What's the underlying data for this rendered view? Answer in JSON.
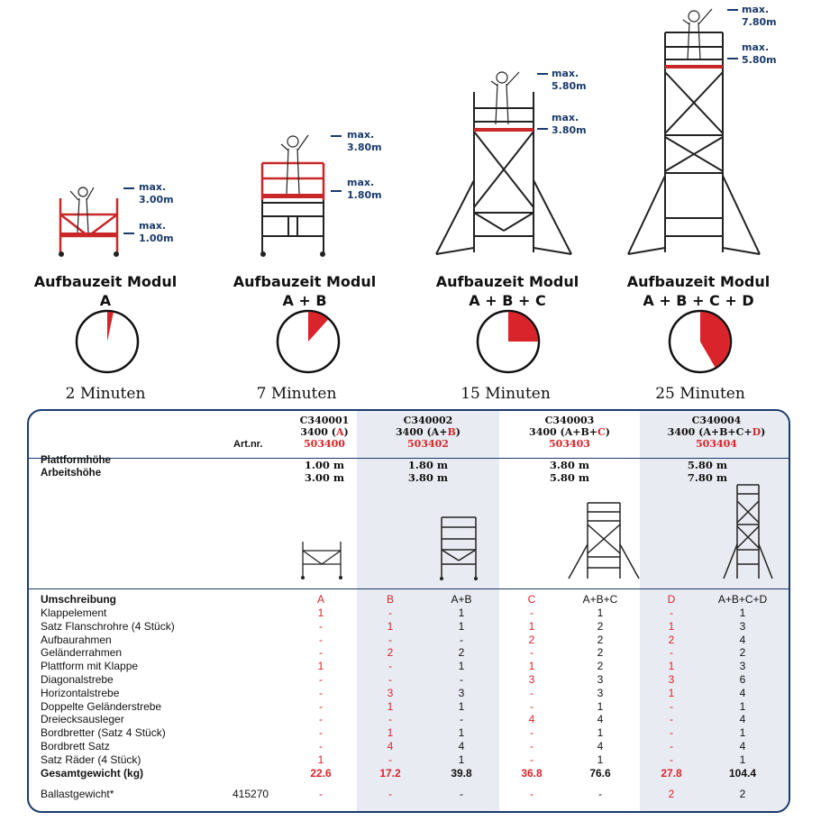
{
  "colors": {
    "accent_red": "#d8242a",
    "navy": "#1a3a6b",
    "shade": "#e9ebf2"
  },
  "modules": [
    {
      "title": "Aufbauzeit Modul",
      "combo": "A",
      "minutes_label": "2 Minuten",
      "time_fraction": 0.0333,
      "heights": [
        "max.\n3.00m",
        "max.\n1.00m"
      ]
    },
    {
      "title": "Aufbauzeit Modul",
      "combo": "A + B",
      "minutes_label": "7 Minuten",
      "time_fraction": 0.1167,
      "heights": [
        "max.\n3.80m",
        "max.\n1.80m"
      ]
    },
    {
      "title": "Aufbauzeit Modul",
      "combo": "A + B + C",
      "minutes_label": "15 Minuten",
      "time_fraction": 0.25,
      "heights": [
        "max.\n5.80m",
        "max.\n3.80m"
      ]
    },
    {
      "title": "Aufbauzeit Modul",
      "combo": "A + B + C + D",
      "minutes_label": "25 Minuten",
      "time_fraction": 0.4167,
      "heights": [
        "max.\n7.80m",
        "max.\n5.80m"
      ]
    }
  ],
  "table": {
    "artnr_label": "Art.nr.",
    "products": [
      {
        "code": "C340001",
        "desc_pre": "3400 (",
        "desc_red": "A",
        "desc_post": ")",
        "artnr": "503400",
        "plattformhoehe": "1.00 m",
        "arbeitshoehe": "3.00 m"
      },
      {
        "code": "C340002",
        "desc_pre": "3400 (A+",
        "desc_red": "B",
        "desc_post": ")",
        "artnr": "503402",
        "plattformhoehe": "1.80 m",
        "arbeitshoehe": "3.80 m"
      },
      {
        "code": "C340003",
        "desc_pre": "3400 (A+B+",
        "desc_red": "C",
        "desc_post": ")",
        "artnr": "503403",
        "plattformhoehe": "3.80 m",
        "arbeitshoehe": "5.80 m"
      },
      {
        "code": "C340004",
        "desc_pre": "3400 (A+B+C+",
        "desc_red": "D",
        "desc_post": ")",
        "artnr": "503404",
        "plattformhoehe": "5.80 m",
        "arbeitshoehe": "7.80 m"
      }
    ],
    "plattformhoehe_label": "Plattformhöhe",
    "arbeitshoehe_label": "Arbeitshöhe",
    "columns": [
      "A",
      "B",
      "A+B",
      "C",
      "A+B+C",
      "D",
      "A+B+C+D"
    ],
    "header_label": "Umschreibung",
    "rows": [
      {
        "label": "Klappelement",
        "values": [
          "1",
          "-",
          "1",
          "-",
          "1",
          "-",
          "1"
        ]
      },
      {
        "label": "Satz Flanschrohre (4 Stück)",
        "values": [
          "-",
          "1",
          "1",
          "1",
          "2",
          "1",
          "3"
        ]
      },
      {
        "label": "Aufbaurahmen",
        "values": [
          "-",
          "-",
          "-",
          "2",
          "2",
          "2",
          "4"
        ]
      },
      {
        "label": "Geländerrahmen",
        "values": [
          "-",
          "2",
          "2",
          "-",
          "2",
          "-",
          "2"
        ]
      },
      {
        "label": "Plattform mit Klappe",
        "values": [
          "1",
          "-",
          "1",
          "1",
          "2",
          "1",
          "3"
        ]
      },
      {
        "label": "Diagonalstrebe",
        "values": [
          "-",
          "-",
          "-",
          "3",
          "3",
          "3",
          "6"
        ]
      },
      {
        "label": "Horizontalstrebe",
        "values": [
          "-",
          "3",
          "3",
          "-",
          "3",
          "1",
          "4"
        ]
      },
      {
        "label": "Doppelte Geländerstrebe",
        "values": [
          "-",
          "1",
          "1",
          "-",
          "1",
          "-",
          "1"
        ]
      },
      {
        "label": "Dreiecksausleger",
        "values": [
          "-",
          "-",
          "-",
          "4",
          "4",
          "-",
          "4"
        ]
      },
      {
        "label": "Bordbretter (Satz 4 Stück)",
        "values": [
          "-",
          "1",
          "1",
          "-",
          "1",
          "-",
          "1"
        ]
      },
      {
        "label": "Bordbrett Satz",
        "values": [
          "-",
          "4",
          "4",
          "-",
          "4",
          "-",
          "4"
        ]
      },
      {
        "label": "Satz Räder (4 Stück)",
        "values": [
          "1",
          "-",
          "1",
          "-",
          "1",
          "-",
          "1"
        ]
      },
      {
        "label": "Gesamtgewicht (kg)",
        "values": [
          "22.6",
          "17.2",
          "39.8",
          "36.8",
          "76.6",
          "27.8",
          "104.4"
        ],
        "bold": true
      }
    ],
    "ballast": {
      "label": "Ballastgewicht*",
      "artnr": "415270",
      "values": [
        "-",
        "-",
        "-",
        "-",
        "-",
        "2",
        "2"
      ]
    }
  }
}
